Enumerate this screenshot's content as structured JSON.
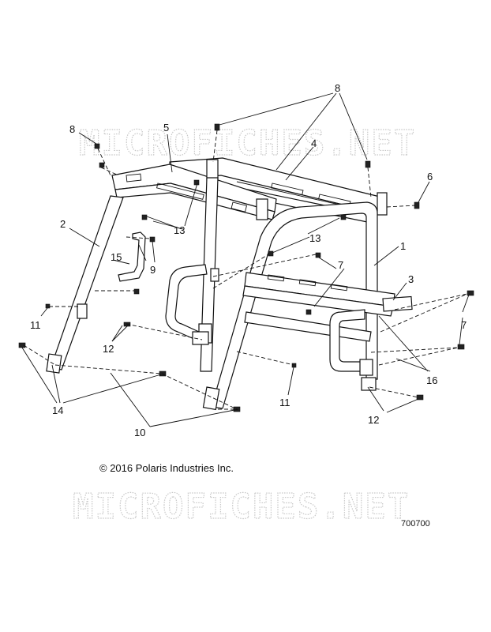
{
  "watermark": {
    "text": "MICROFICHES.NET"
  },
  "copyright": "© 2016 Polaris Industries Inc.",
  "figure_number": "700700",
  "callouts": {
    "c1": "1",
    "c2": "2",
    "c3": "3",
    "c4": "4",
    "c5": "5",
    "c6": "6",
    "c7a": "7",
    "c7b": "7",
    "c8a": "8",
    "c8b": "8",
    "c9": "9",
    "c10": "10",
    "c11a": "11",
    "c11b": "11",
    "c12a": "12",
    "c12b": "12",
    "c13a": "13",
    "c13b": "13",
    "c14": "14",
    "c15": "15",
    "c16": "16"
  }
}
